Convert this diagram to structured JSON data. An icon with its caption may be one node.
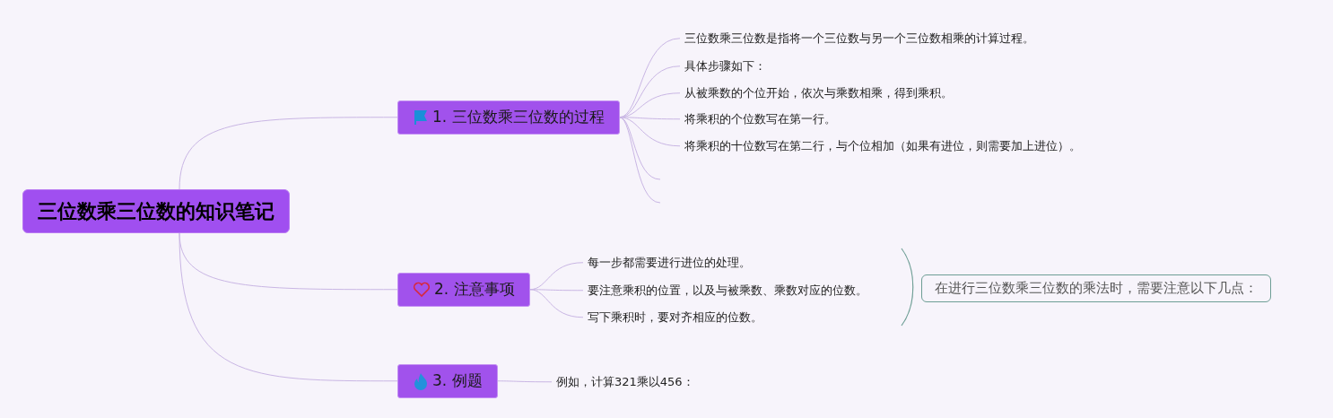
{
  "diagram": {
    "nodes": [
      {
        "text": [
          "三位数乘三位数的知识笔记"
        ]
      },
      {
        "text": [
          "1. 三位数乘三位数的过程"
        ]
      },
      {
        "text": [
          "2. 注意事项"
        ]
      },
      {
        "text": [
          "3. 例题"
        ]
      },
      {
        "text": [
          "三位数乘三位数是指将一个三位数与另一个三位数相乘的计算过程。"
        ]
      },
      {
        "text": [
          "具体步骤如下："
        ]
      },
      {
        "text": [
          "从被乘数的个位开始，依次与乘数相乘，得到乘积。"
        ]
      },
      {
        "text": [
          "将乘积的个位数写在第一行。"
        ]
      },
      {
        "text": [
          "将乘积的十位数写在第二行，与个位相加（如果有进位，则需要加上进位）。"
        ]
      },
      {
        "text": [
          "每一步都需要进行进位的处理。"
        ]
      },
      {
        "text": [
          "要注意乘积的位置，以及与被乘数、乘数对应的位数。"
        ]
      },
      {
        "text": [
          "写下乘积时，要对齐相应的位数。"
        ]
      },
      {
        "text": [
          "在进行三位数乘三位数的乘法时，需要注意以下几点："
        ]
      },
      {
        "text": [
          "例如，计算321乘以456："
        ]
      }
    ],
    "edges": [
      {
        "from": 0,
        "to": 1,
        "arrow": "none"
      },
      {
        "from": 0,
        "to": 2,
        "arrow": "none"
      },
      {
        "from": 0,
        "to": 3,
        "arrow": "none"
      },
      {
        "from": 1,
        "to": 4,
        "arrow": "none"
      },
      {
        "from": 1,
        "to": 5,
        "arrow": "none"
      },
      {
        "from": 1,
        "to": 6,
        "arrow": "none"
      },
      {
        "from": 1,
        "to": 7,
        "arrow": "none"
      },
      {
        "from": 1,
        "to": 8,
        "arrow": "none"
      },
      {
        "from": 1,
        "to": null,
        "arrow": "none"
      },
      {
        "from": 1,
        "to": null,
        "arrow": "none"
      },
      {
        "from": 2,
        "to": 9,
        "arrow": "none"
      },
      {
        "from": 2,
        "to": 10,
        "arrow": "none"
      },
      {
        "from": 2,
        "to": 11,
        "arrow": "none"
      },
      {
        "from": 3,
        "to": 13,
        "arrow": "none"
      }
    ]
  }
}
